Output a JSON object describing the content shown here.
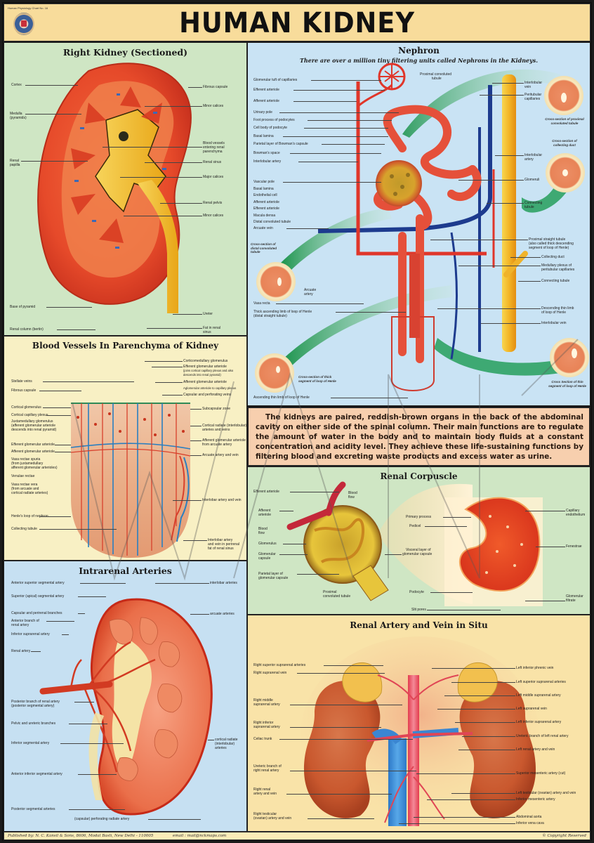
{
  "header": {
    "chart_number": "Human Physiology Chart No. 16",
    "title": "HUMAN KIDNEY",
    "logo": "publisher-emblem-icon"
  },
  "panels": {
    "right_kidney": {
      "title": "Right Kidney (Sectioned)",
      "labels_left": [
        "Cortex",
        "Medulla",
        "(pyramids)",
        "Renal",
        "papilla",
        "Base of pyramid",
        "Renal column (bertin)"
      ],
      "labels_right": [
        "Fibrous capsule",
        "Minor calices",
        "Blood vessels",
        "entering renal",
        "parenchyma",
        "Renal sinus",
        "Major calices",
        "Renal pelvis",
        "Minor calices",
        "Ureter",
        "Fat in renal",
        "sinus"
      ]
    },
    "nephron": {
      "title": "Nephron",
      "subtitle": "There are over a million tiny filtering units called Nephrons in the Kidneys.",
      "labels_left": [
        "Glomerular tuft of capillaries",
        "Efferent arteriole",
        "Afferent arteriole",
        "Urinary pole",
        "Foot process of podocytes",
        "Cell body of podocyte",
        "Basal lamina",
        "Parietal layer of Bowman's capsule",
        "Bowman's space",
        "Interlobular artery",
        "Vascular pole",
        "Basal lamina",
        "Endothelial cell",
        "Afferent arteriole",
        "Efferent arteriole",
        "Macula densa",
        "Distal convoluted tubule",
        "Arcuate vein",
        "Vasa recta",
        "Thick ascending limb of loop of Henle",
        "(distal straight tubule)",
        "Ascending thin limb of loop of Henle"
      ],
      "labels_center": [
        "Proximal convoluted",
        "tubule",
        "Arcuate",
        "artery"
      ],
      "labels_right": [
        "Interlobular",
        "vein",
        "Peritubular",
        "capillaries",
        "Interlobular",
        "artery",
        "Glomeruli",
        "Connecting",
        "tubule",
        "Proximal straight tubule",
        "(also called thick descending",
        "segment of loop of Henle)",
        "Collecting duct",
        "Medullary plexus of",
        "peritubular capillaries",
        "Connecting tubule",
        "Descending thin limb",
        "of loop of Henle",
        "Interlobular vein"
      ],
      "captions": [
        "Cross-section of proximal convoluted tubule",
        "Cross-section of collecting duct",
        "Cross-section of distal convoluted tubule",
        "Cross-section of thick segment of loop of Henle",
        "Cross Section of thin segment of loop of Henle"
      ]
    },
    "blood_vessels": {
      "title": "Blood Vessels In Parenchyma of Kidney",
      "labels_left": [
        "Stellate veins",
        "Fibrous capsule",
        "Cortical glomerulus",
        "Cortical capillary plexus",
        "Juxtamedullary glomerulus",
        "(afferent glomerular arteriole",
        "descends into renal pyramid)",
        "Efferent glomerular arteriole",
        "Afferent glomerular arteriole",
        "Vasa rectae spuria",
        "(from juxtamedullary",
        "afferent glomerular arterioles)",
        "Venulae rectae",
        "Vasa rectae vera",
        "(from arcuate and",
        "cortical radiate arteries)",
        "Henle's loop of nephron",
        "Collecting tubule"
      ],
      "labels_right": [
        "Corticomedullary glomerulus",
        "Efferent glomerular arteriole",
        "(joins cortical capillary plexus and also",
        "descends into renal pyramid)",
        "Afferent glomerular arteriole",
        "Aglomerular arteriole to capillary plexus",
        "Capsular and perforating veins",
        "Subcapsular zone",
        "Cortical radiate (interlobular)",
        "arteries and veins",
        "Afferent glomerular arteriole",
        "from arcuate artery",
        "Arcuate artery and vein",
        "Interlobar artery and vein",
        "Interlobar artery",
        "and vein in perirenal",
        "fat of renal sinus"
      ]
    },
    "intro": {
      "text": "The kidneys are paired, reddish-brown organs in the back of the abdominal cavity on either side of the spinal column. Their main functions are to regulate the amount of water in the body and to maintain body fluids at a constant concentration and acidity level. They achieve these life-sustaining functions by filtering blood and excreting waste products and excess water as urine."
    },
    "renal_corpuscle": {
      "title": "Renal Corpuscle",
      "labels_left": [
        "Efferent arteriole",
        "Afferent",
        "arteriole",
        "Blood",
        "flow",
        "Glomerulus",
        "Glomerular",
        "capsule",
        "Parietal layer of",
        "glomerular capsule"
      ],
      "labels_center": [
        "Blood",
        "flow",
        "Primary process",
        "Pedicel",
        "Visceral layer of",
        "glomerular capsule",
        "Proximal",
        "convoluted tubule",
        "Podocyte",
        "Slit pores"
      ],
      "labels_right": [
        "Capillary",
        "endothelium",
        "Fenestrae",
        "Glomerular",
        "filtrate"
      ]
    },
    "intrarenal": {
      "title": "Intrarenal Arteries",
      "labels_left": [
        "Anterior superior segmental artery",
        "Superior (apical) segmental artery",
        "Capsular and perirenal branches",
        "Anterior branch of",
        "renal artery",
        "Inferior suprarenal artery",
        "Renal artery",
        "Posterior branch of renal artery",
        "(posterior segmental artery)",
        "Pelvic and ureteric branches",
        "Inferior segmental artery",
        "Anterior inferior segmental artery",
        "Posterior segmental arteries",
        "(capsular) perforating radiate artery"
      ],
      "labels_right": [
        "interlobar arteries",
        "arcuate arteries",
        "cortical radiate",
        "(interlobular)",
        "arteries"
      ]
    },
    "in_situ": {
      "title": "Renal Artery and Vein in Situ",
      "labels_left": [
        "Right superior suprarenal arteries",
        "Right suprarenal vein",
        "Right middle",
        "suprarenal artery",
        "Right inferior",
        "suprarenal artery",
        "Celiac trunk",
        "Ureteric branch of",
        "right renal artery",
        "Right renal",
        "artery and vein",
        "Right testicular",
        "(ovarian) artery and vein"
      ],
      "labels_right": [
        "Left inferior phrenic vein",
        "Left superior suprarenal arteries",
        "Left middle suprarenal artery",
        "Left suprarenal vein",
        "Left inferior suprarenal artery",
        "Ureteric branch of left renal artery",
        "Left renal artery and vein",
        "Superior mesenteric artery (cut)",
        "Left testicular (ovarian) artery and vein",
        "Inferior mesenteric artery",
        "Abdominal aorta",
        "Inferior vena cava"
      ]
    }
  },
  "footer": {
    "publisher": "Published by: N. C. Kansil & Sons, 8606, Modal Basti, New Delhi - 110005",
    "email": "email : mail@nckmaps.com",
    "copyright": "© Copyright Reserved"
  },
  "colors": {
    "header_bg": "#f8dc9b",
    "mint_panel": "#cfe6c4",
    "blue_panel": "#c9e3f4",
    "yellow_panel": "#f8f0c4",
    "peach_panel": "#f7cfae",
    "tissue_red": "#e0452d",
    "vein_blue": "#1f3f8f",
    "urine_yellow": "#f2b21c"
  }
}
